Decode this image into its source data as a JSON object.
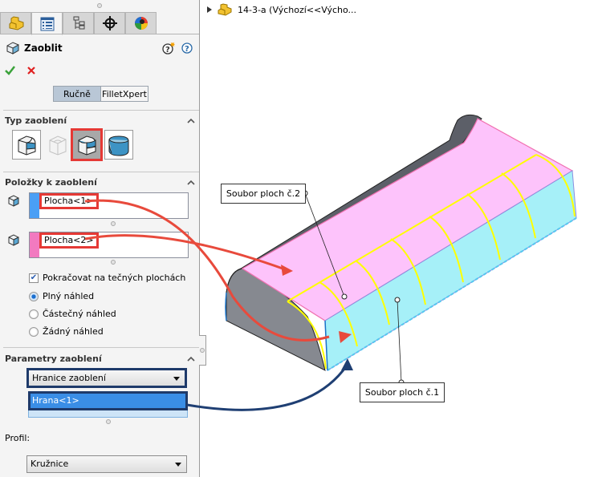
{
  "panel": {
    "tabs": [
      {
        "id": "feature-manager",
        "icon": "part-icon"
      },
      {
        "id": "property-manager",
        "icon": "property-manager-icon",
        "active": true
      },
      {
        "id": "configuration-manager",
        "icon": "configuration-icon"
      },
      {
        "id": "dimxpert-manager",
        "icon": "crosshair-icon"
      },
      {
        "id": "display-manager",
        "icon": "appearance-ball-icon"
      }
    ],
    "title": "Zaoblit",
    "ok_tooltip": "OK",
    "cancel_tooltip": "Zrušit",
    "mode_buttons": [
      {
        "label": "Ručně",
        "active": true
      },
      {
        "label": "FilletXpert",
        "active": false
      }
    ],
    "fillet_type": {
      "header": "Typ zaoblení",
      "options": [
        {
          "name": "constant-radius-fillet",
          "selected": false
        },
        {
          "name": "variable-size-fillet",
          "selected": false,
          "disabled": true
        },
        {
          "name": "face-fillet",
          "selected": true
        },
        {
          "name": "full-round-fillet",
          "selected": false
        }
      ]
    },
    "items": {
      "header": "Položky k zaoblení",
      "face_set_1": {
        "value": "Plocha<1>",
        "color": "#4a9ff5"
      },
      "face_set_2": {
        "value": "Plocha<2>",
        "color": "#f27ac0"
      },
      "tangent_propagation": {
        "label": "Pokračovat na tečných plochách",
        "checked": true
      },
      "preview_options": [
        {
          "label": "Plný náhled",
          "selected": true
        },
        {
          "label": "Částečný náhled",
          "selected": false
        },
        {
          "label": "Žádný náhled",
          "selected": false
        }
      ]
    },
    "parameters": {
      "header": "Parametry zaoblení",
      "method": "Hranice zaoblení",
      "edge_list": [
        "Hrana<1>"
      ],
      "profile_label": "Profil:",
      "profile": "Kružnice"
    }
  },
  "tree": {
    "item": "14-3-a  (Výchozí<<Výcho..."
  },
  "graphics": {
    "callout_face_set_2": "Soubor ploch č.2",
    "callout_face_set_1": "Soubor ploch č.1",
    "colors": {
      "face_set_1": "#a6f0f8",
      "face_set_2": "#fdc3fb",
      "body_dark": "#5c5f68",
      "preview_lines": "#ffff00",
      "annotation_red": "#e84a3c",
      "annotation_blue": "#1f3f73"
    }
  }
}
